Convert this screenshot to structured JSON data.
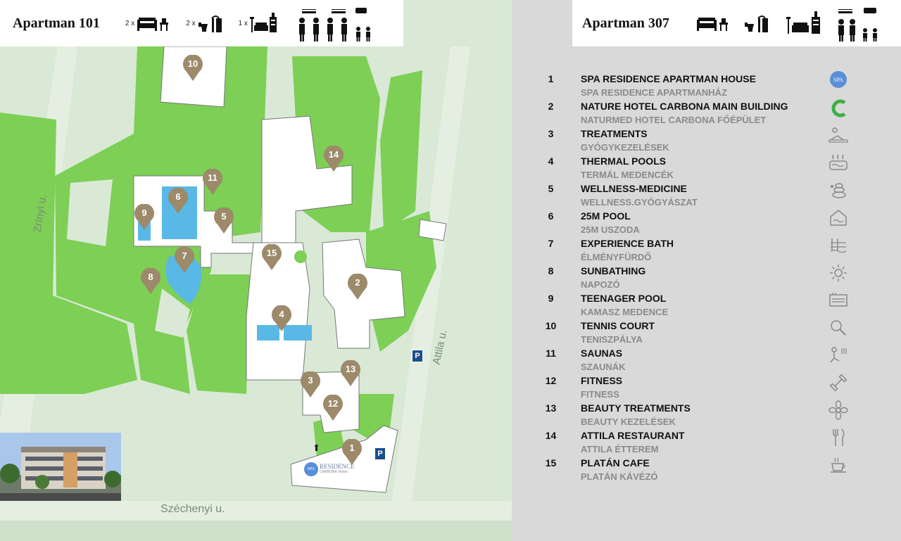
{
  "header_left": {
    "title": "Apartman 101",
    "bed_count": "2 x",
    "bath_count": "2 x",
    "living_count": "1 x"
  },
  "header_right": {
    "title": "Apartman 307"
  },
  "streets": {
    "zrinyi": "Zrínyi u.",
    "attila": "Attila u.",
    "szechenyi": "Széchenyi u."
  },
  "map": {
    "parking_label": "P",
    "spa_logo_text": "SPA",
    "spa_residence_text": "RESIDENCE",
    "spa_residence_sub": "CARBONA Hotel",
    "pins": [
      "1",
      "2",
      "3",
      "4",
      "5",
      "6",
      "7",
      "8",
      "9",
      "10",
      "11",
      "12",
      "13",
      "14",
      "15"
    ]
  },
  "legend": [
    {
      "num": "1",
      "en": "SPA RESIDENCE APARTMAN HOUSE",
      "hu": "SPA RESIDENCE APARTMANHÁZ",
      "icon": "spa-logo-icon"
    },
    {
      "num": "2",
      "en": "NATURE HOTEL CARBONA MAIN BUILDING",
      "hu": "NATURMED HOTEL CARBONA FŐÉPÜLET",
      "icon": "carbona-logo-icon"
    },
    {
      "num": "3",
      "en": "TREATMENTS",
      "hu": "GYÓGYKEZELÉSEK",
      "icon": "treatment-icon"
    },
    {
      "num": "4",
      "en": "THERMAL POOLS",
      "hu": "TERMÁL MEDENCÉK",
      "icon": "thermal-pool-icon"
    },
    {
      "num": "5",
      "en": "WELLNESS-MEDICINE",
      "hu": "WELLNESS.GYÓGYÁSZAT",
      "icon": "wellness-icon"
    },
    {
      "num": "6",
      "en": "25M POOL",
      "hu": "25M USZODA",
      "icon": "indoor-pool-icon"
    },
    {
      "num": "7",
      "en": "EXPERIENCE BATH",
      "hu": "ÉLMÉNYFÜRDŐ",
      "icon": "experience-bath-icon"
    },
    {
      "num": "8",
      "en": "SUNBATHING",
      "hu": "NAPOZÓ",
      "icon": "sun-icon"
    },
    {
      "num": "9",
      "en": "TEENAGER POOL",
      "hu": "KAMASZ MEDENCE",
      "icon": "teen-pool-icon"
    },
    {
      "num": "10",
      "en": "TENNIS COURT",
      "hu": "TENISZPÁLYA",
      "icon": "tennis-icon"
    },
    {
      "num": "11",
      "en": "SAUNAS",
      "hu": "SZAUNÁK",
      "icon": "sauna-icon"
    },
    {
      "num": "12",
      "en": "FITNESS",
      "hu": "FITNESS",
      "icon": "dumbbell-icon"
    },
    {
      "num": "13",
      "en": "BEAUTY TREATMENTS",
      "hu": "BEAUTY KEZELÉSEK",
      "icon": "flower-icon"
    },
    {
      "num": "14",
      "en": "ATTILA RESTAURANT",
      "hu": "ATTILA ÉTTEREM",
      "icon": "cutlery-icon"
    },
    {
      "num": "15",
      "en": "PLATÁN CAFE",
      "hu": "PLATÁN KÁVÉZÓ",
      "icon": "coffee-icon"
    }
  ],
  "colors": {
    "map_bg": "#d9e9d6",
    "green": "#7dcf55",
    "building": "#ffffff",
    "pool": "#5ab8e6",
    "pin": "#9c8a6a",
    "panel_bg": "#d9d9d9",
    "parking": "#1a4e8a"
  }
}
